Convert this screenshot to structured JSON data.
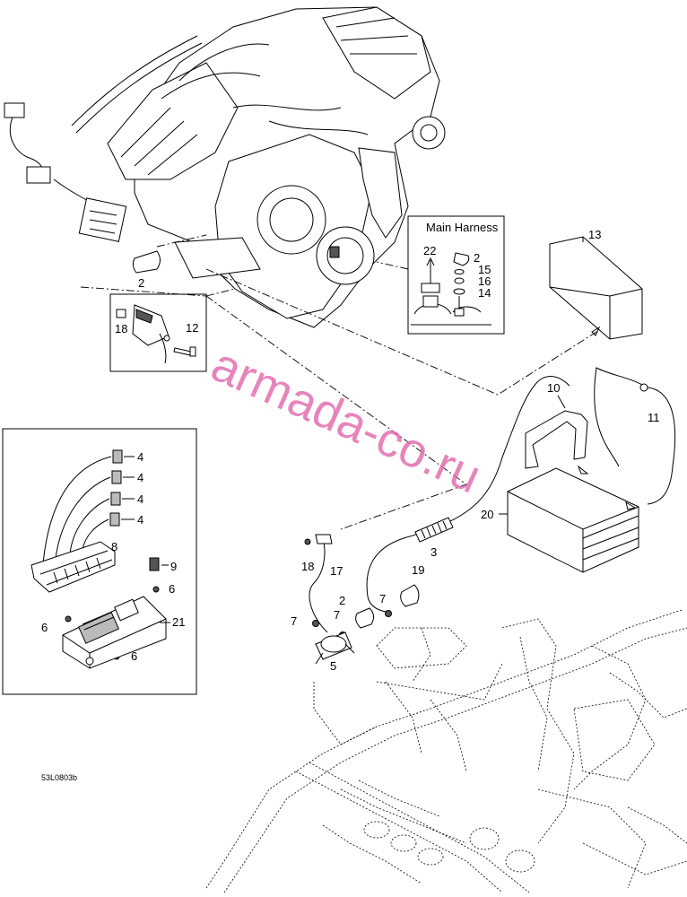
{
  "diagram": {
    "main_harness_title": "Main Harness",
    "drawing_code": "53L0803b",
    "watermark": "armada-co.ru",
    "callouts": {
      "c2a": "2",
      "c12": "12",
      "c18a": "18",
      "c13": "13",
      "c22": "22",
      "c2b": "2",
      "c15": "15",
      "c16": "16",
      "c14": "14",
      "c10": "10",
      "c11": "11",
      "c20": "20",
      "c3": "3",
      "c4a": "4",
      "c4b": "4",
      "c4c": "4",
      "c4d": "4",
      "c8": "8",
      "c9": "9",
      "c6a": "6",
      "c6b": "6",
      "c21": "21",
      "c6c": "6",
      "c18b": "18",
      "c17": "17",
      "c19": "19",
      "c2c": "2",
      "c7a": "7",
      "c7b": "7",
      "c7c": "7",
      "c5": "5"
    }
  }
}
